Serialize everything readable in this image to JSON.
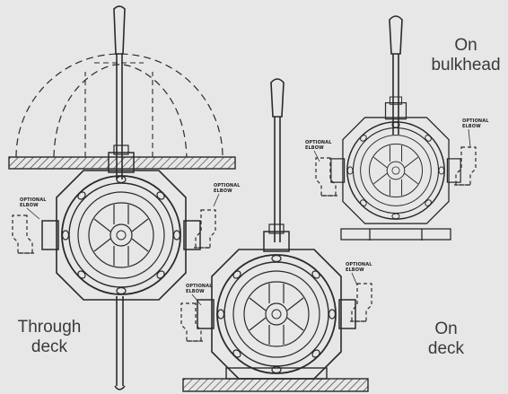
{
  "labels": {
    "through_deck": [
      "Through",
      "deck"
    ],
    "on_deck": [
      "On",
      "deck"
    ],
    "on_bulkhead": [
      "On",
      "bulkhead"
    ]
  },
  "callouts": {
    "optional_elbow_line1": "OPTIONAL",
    "optional_elbow_line2": "ELBOW"
  },
  "colors": {
    "background": "#e7e7e7",
    "line": "#2a2a2a",
    "label_text": "#3a3a3a"
  }
}
